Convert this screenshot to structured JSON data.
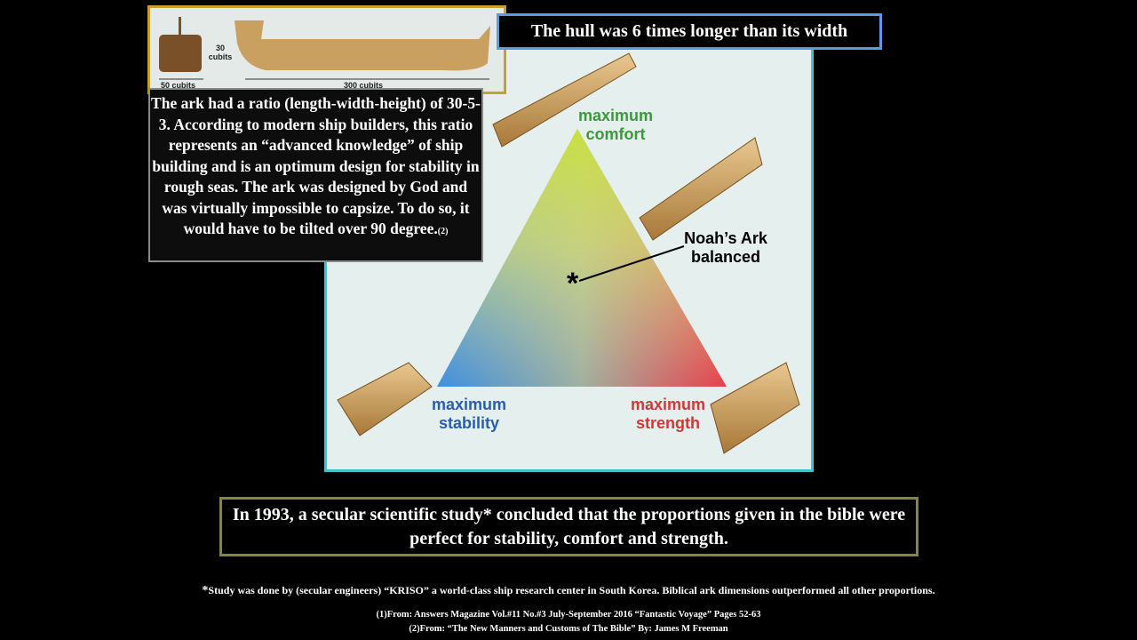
{
  "header": {
    "title": "The hull was 6 times longer than its width"
  },
  "ark_image": {
    "width_label": "50 cubits",
    "height_label": "30 cubits",
    "length_label": "300 cubits"
  },
  "info_box": {
    "text": "The ark had a ratio (length-width-height) of 30-5-3. According to modern ship builders, this ratio represents an “advanced knowledge” of ship building and is an optimum design for stability in rough seas. The ark was designed by God and was virtually impossible to capsize. To do so, it would have to be tilted over 90 degree.",
    "ref": "(2)"
  },
  "diagram": {
    "top_label": "maximum comfort",
    "left_label": "maximum stability",
    "right_label": "maximum strength",
    "point_label": "Noah’s Ark balanced",
    "point_marker": "*",
    "colors": {
      "comfort": "#3a9a3a",
      "stability": "#2a5cb0",
      "strength": "#d03838"
    }
  },
  "conclusion": "In 1993, a secular scientific study* concluded that the proportions given in the bible were perfect for stability, comfort and strength.",
  "footnotes": {
    "study_mark": "*",
    "study": "Study was done by (secular engineers) “KRISO” a world-class ship research center in South Korea. Biblical ark dimensions outperformed all other proportions.",
    "source1": "(1)From: Answers Magazine Vol.#11 No.#3 July-September 2016 “Fantastic Voyage” Pages 52-63",
    "source2": "(2)From: “The New Manners and Customs of The Bible” By: James M Freeman"
  }
}
